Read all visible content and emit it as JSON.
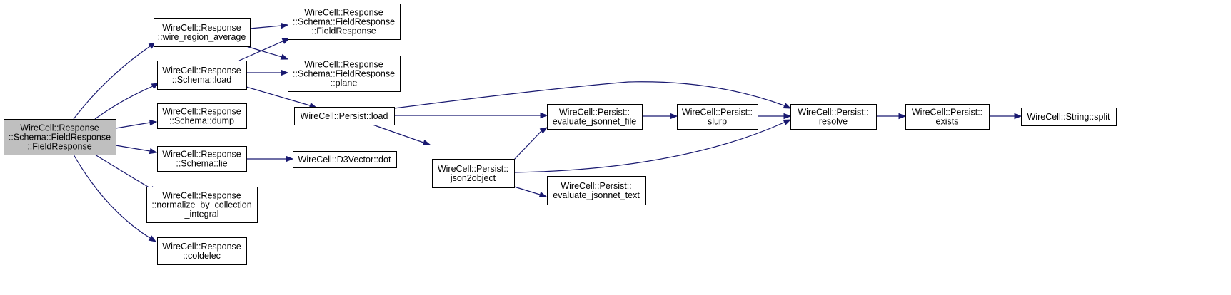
{
  "colors": {
    "edge": "#191970",
    "node_fill": "#ffffff",
    "root_fill": "#bfbfbf",
    "border": "#000000"
  },
  "nodes": [
    {
      "id": "root",
      "lines": [
        "WireCell::Response",
        "::Schema::FieldResponse",
        "::FieldResponse"
      ],
      "root": true
    },
    {
      "id": "wra",
      "lines": [
        "WireCell::Response",
        "::wire_region_average"
      ]
    },
    {
      "id": "sload",
      "lines": [
        "WireCell::Response",
        "::Schema::load"
      ]
    },
    {
      "id": "dump",
      "lines": [
        "WireCell::Response",
        "::Schema::dump"
      ]
    },
    {
      "id": "lie",
      "lines": [
        "WireCell::Response",
        "::Schema::lie"
      ]
    },
    {
      "id": "nbci",
      "lines": [
        "WireCell::Response",
        "::normalize_by_collection",
        "_integral"
      ]
    },
    {
      "id": "coldelec",
      "lines": [
        "WireCell::Response",
        "::coldelec"
      ]
    },
    {
      "id": "frfr",
      "lines": [
        "WireCell::Response",
        "::Schema::FieldResponse",
        "::FieldResponse"
      ]
    },
    {
      "id": "frplane",
      "lines": [
        "WireCell::Response",
        "::Schema::FieldResponse",
        "::plane"
      ]
    },
    {
      "id": "pload",
      "lines": [
        "WireCell::Persist::load"
      ]
    },
    {
      "id": "dot",
      "lines": [
        "WireCell::D3Vector::dot"
      ]
    },
    {
      "id": "json2obj",
      "lines": [
        "WireCell::Persist::",
        "json2object"
      ]
    },
    {
      "id": "ejf",
      "lines": [
        "WireCell::Persist::",
        "evaluate_jsonnet_file"
      ]
    },
    {
      "id": "ejt",
      "lines": [
        "WireCell::Persist::",
        "evaluate_jsonnet_text"
      ]
    },
    {
      "id": "slurp",
      "lines": [
        "WireCell::Persist::",
        "slurp"
      ]
    },
    {
      "id": "resolve",
      "lines": [
        "WireCell::Persist::",
        "resolve"
      ]
    },
    {
      "id": "exists",
      "lines": [
        "WireCell::Persist::",
        "exists"
      ]
    },
    {
      "id": "split",
      "lines": [
        "WireCell::String::split"
      ]
    }
  ],
  "edges": [
    {
      "from": "root",
      "to": "wra"
    },
    {
      "from": "root",
      "to": "sload"
    },
    {
      "from": "root",
      "to": "dump"
    },
    {
      "from": "root",
      "to": "lie"
    },
    {
      "from": "root",
      "to": "nbci"
    },
    {
      "from": "root",
      "to": "coldelec"
    },
    {
      "from": "wra",
      "to": "frfr"
    },
    {
      "from": "wra",
      "to": "frplane"
    },
    {
      "from": "sload",
      "to": "frfr"
    },
    {
      "from": "sload",
      "to": "frplane"
    },
    {
      "from": "sload",
      "to": "pload"
    },
    {
      "from": "lie",
      "to": "dot"
    },
    {
      "from": "pload",
      "to": "resolve"
    },
    {
      "from": "pload",
      "to": "ejf"
    },
    {
      "from": "pload",
      "to": "json2obj"
    },
    {
      "from": "json2obj",
      "to": "ejf"
    },
    {
      "from": "json2obj",
      "to": "resolve"
    },
    {
      "from": "json2obj",
      "to": "ejt"
    },
    {
      "from": "ejf",
      "to": "slurp"
    },
    {
      "from": "slurp",
      "to": "resolve"
    },
    {
      "from": "resolve",
      "to": "exists"
    },
    {
      "from": "exists",
      "to": "split"
    }
  ]
}
